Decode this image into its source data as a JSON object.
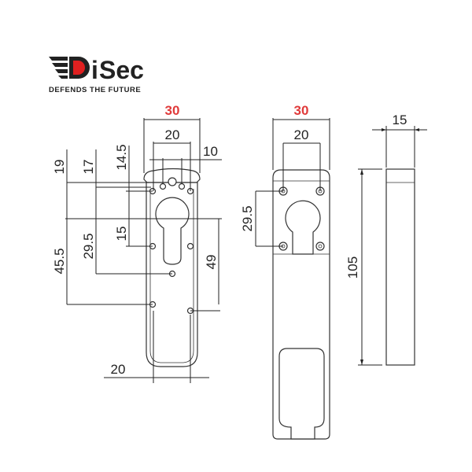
{
  "logo": {
    "brand": "DiSec",
    "tagline": "DEFENDS THE FUTURE",
    "brand_color": "#222222",
    "accent_color": "#e02020"
  },
  "front_view": {
    "width_total": "30",
    "hole_spacing_top": "20",
    "offset_10": "10",
    "dim_19": "19",
    "dim_17": "17",
    "dim_14_5": "14.5",
    "dim_45_5": "45.5",
    "dim_29_5": "29.5",
    "dim_15": "15",
    "dim_49": "49",
    "hole_spacing_bottom": "20"
  },
  "back_view": {
    "width_total": "30",
    "hole_spacing": "20",
    "hole_vertical": "29.5"
  },
  "side_view": {
    "thickness": "15",
    "length": "105"
  },
  "colors": {
    "highlight": "#e03a3a",
    "line": "#222222"
  }
}
